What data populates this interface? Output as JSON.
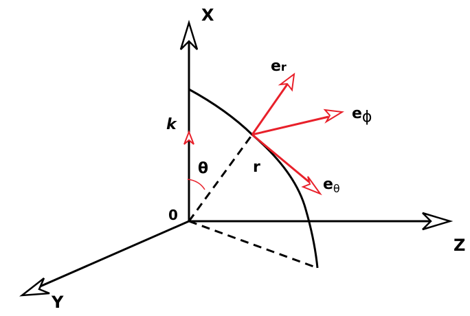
{
  "labels": {
    "x_axis": "X",
    "y_axis": "Y",
    "z_axis": "Z",
    "origin": "0",
    "k": "k",
    "theta": "θ",
    "r": "r",
    "e_r_base": "e",
    "e_r_sub": "r",
    "e_phi_base": "e",
    "e_phi_sub": "ϕ",
    "e_theta_base": "e",
    "e_theta_sub": "θ"
  },
  "colors": {
    "axes": "#000000",
    "vectors": "#e8202a"
  }
}
